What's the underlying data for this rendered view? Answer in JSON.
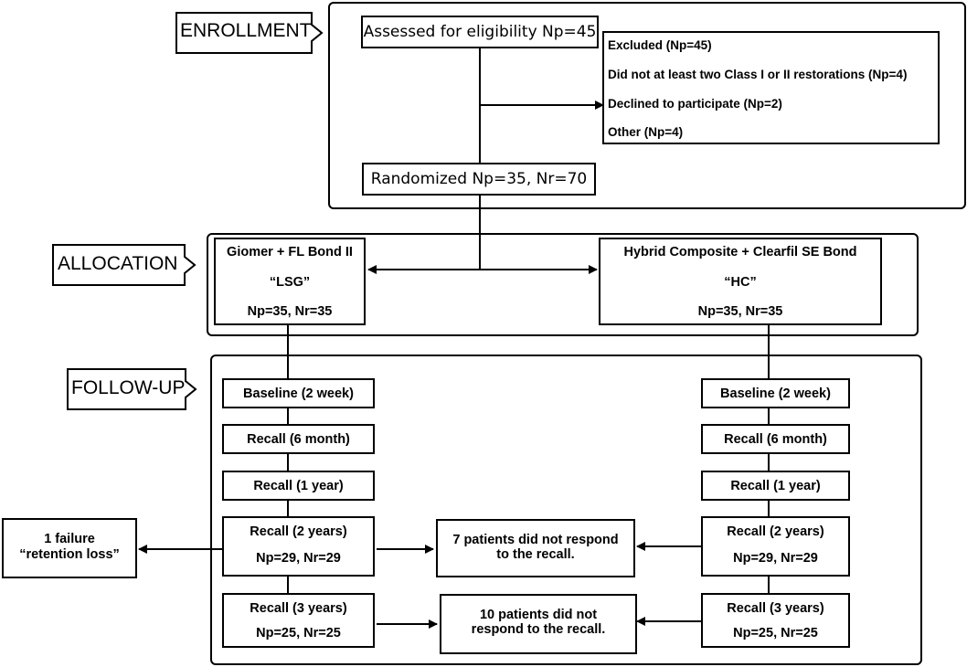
{
  "stages": {
    "enrollment": "ENROLLMENT",
    "allocation": "ALLOCATION",
    "followup": "FOLLOW-UP"
  },
  "enrollment": {
    "assessed": "Assessed for eligibility Np=45",
    "excluded": {
      "title": "Excluded  (Np=45)",
      "reason1": "Did not at least two Class I or II restorations (Np=4)",
      "reason2": "Declined to participate (Np=2)",
      "reason3": "Other (Np=4)"
    },
    "randomized": "Randomized Np=35,  Nr=70"
  },
  "allocation": {
    "left": {
      "name": "Giomer + FL Bond II",
      "code": "“LSG”",
      "counts": "Np=35, Nr=35"
    },
    "right": {
      "name": "Hybrid Composite + Clearfil SE Bond",
      "code": "“HC”",
      "counts": "Np=35, Nr=35"
    }
  },
  "followup": {
    "left": {
      "baseline": "Baseline (2 week)",
      "recall6m": "Recall  (6 month)",
      "recall1y": "Recall  (1 year)",
      "recall2y": "Recall (2 years)",
      "recall2y_counts": "Np=29, Nr=29",
      "recall3y": "Recall (3 years)",
      "recall3y_counts": "Np=25, Nr=25"
    },
    "right": {
      "baseline": "Baseline (2 week)",
      "recall6m": "Recall  (6 month)",
      "recall1y": "Recall  (1 year)",
      "recall2y": "Recall (2 years)",
      "recall2y_counts": "Np=29, Nr=29",
      "recall3y": "Recall (3 years)",
      "recall3y_counts": "Np=25, Nr=25"
    },
    "failure": {
      "line1": "1 failure",
      "line2": "“retention loss”"
    },
    "dropout2y": {
      "line1": "7 patients did not respond",
      "line2": "to the recall."
    },
    "dropout3y": {
      "line1": "10 patients did not",
      "line2": "respond to the recall."
    }
  }
}
